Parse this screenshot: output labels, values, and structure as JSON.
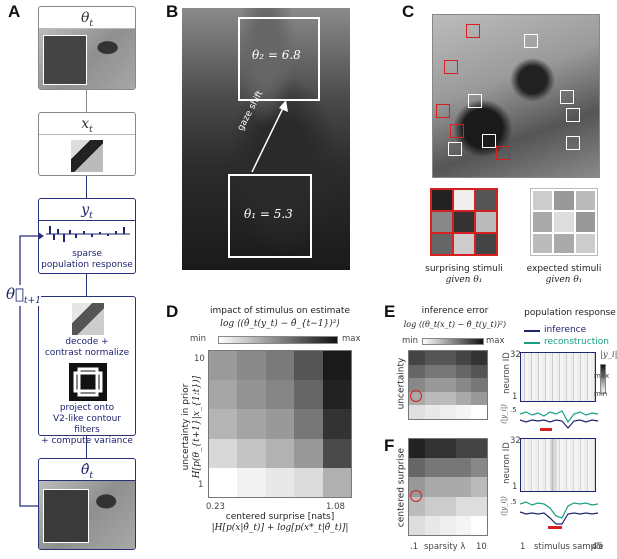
{
  "panels": {
    "A": "A",
    "B": "B",
    "C": "C",
    "D": "D",
    "E": "E",
    "F": "F"
  },
  "A": {
    "theta_t": "θ",
    "theta_sub": "t",
    "x_t": "x",
    "x_sub": "t",
    "y_t": "y",
    "y_sub": "t",
    "sparse_line1": "sparse",
    "sparse_line2": "population response",
    "decode_line1": "decode +",
    "decode_line2": "contrast normalize",
    "project_line1": "project onto",
    "project_line2": "V2-like contour filters",
    "project_line3": "+ compute variance",
    "theta_hat": "θ̂",
    "theta_hat_sub": "t",
    "feedback": "θ⃗",
    "feedback_sub": "t+1"
  },
  "B": {
    "theta2": "θ₂ = 6.8",
    "theta1": "θ₁ = 5.3",
    "gaze": "gaze shift"
  },
  "C": {
    "surprising_line1": "surprising stimuli",
    "surprising_line2": "given θ₁",
    "expected_line1": "expected stimuli",
    "expected_line2": "given θ₁"
  },
  "D": {
    "title": "impact of stimulus on estimate",
    "formula": "log ⟨(θ̂_t(y_t) − θ̂_{t−1})²⟩",
    "colorbar_min": "min",
    "colorbar_max": "max",
    "ylabel1": "uncertainty in prior",
    "ylabel2": "H[p(θ_{t+1}|x_{1:t})]",
    "y_tick_top": "10",
    "y_tick_bottom": "1",
    "x_tick_left": "0.23",
    "x_tick_right": "1.08",
    "xlabel1": "centered surprise [nats]",
    "xlabel2": "|H[p(x|θ̂_t)] + log[p(x*_t|θ̂_t)]|"
  },
  "E": {
    "title": "inference error",
    "formula": "log ⟨(θ_t(x_t) − θ̂_t(y_t))²⟩",
    "colorbar_min": "min",
    "colorbar_max": "max",
    "ylabel": "uncertainty",
    "pop_title": "population response",
    "legend_inference": "inference",
    "legend_reconstruction": "reconstruction",
    "neuron_id": "neuron ID",
    "tick_32": "32",
    "tick_1": "1",
    "abs_y": "|y_i|",
    "max": "max",
    "min": "min",
    "mean_y": "⟨|y_i|⟩",
    "tick_05": ".5"
  },
  "F": {
    "ylabel": "centered surprise",
    "x_tick_1": ".1",
    "x_label": "sparsity λ",
    "x_tick_10": "10",
    "neuron_id": "neuron ID",
    "tick_32": "32",
    "tick_1": "1",
    "mean_y": "⟨|y_i|⟩",
    "tick_05": ".5",
    "x_start": "1",
    "x_label2": "stimulus sample",
    "x_end": "45"
  },
  "colors": {
    "navy": "#1f2470",
    "green": "#17a084",
    "red": "#d62020"
  }
}
